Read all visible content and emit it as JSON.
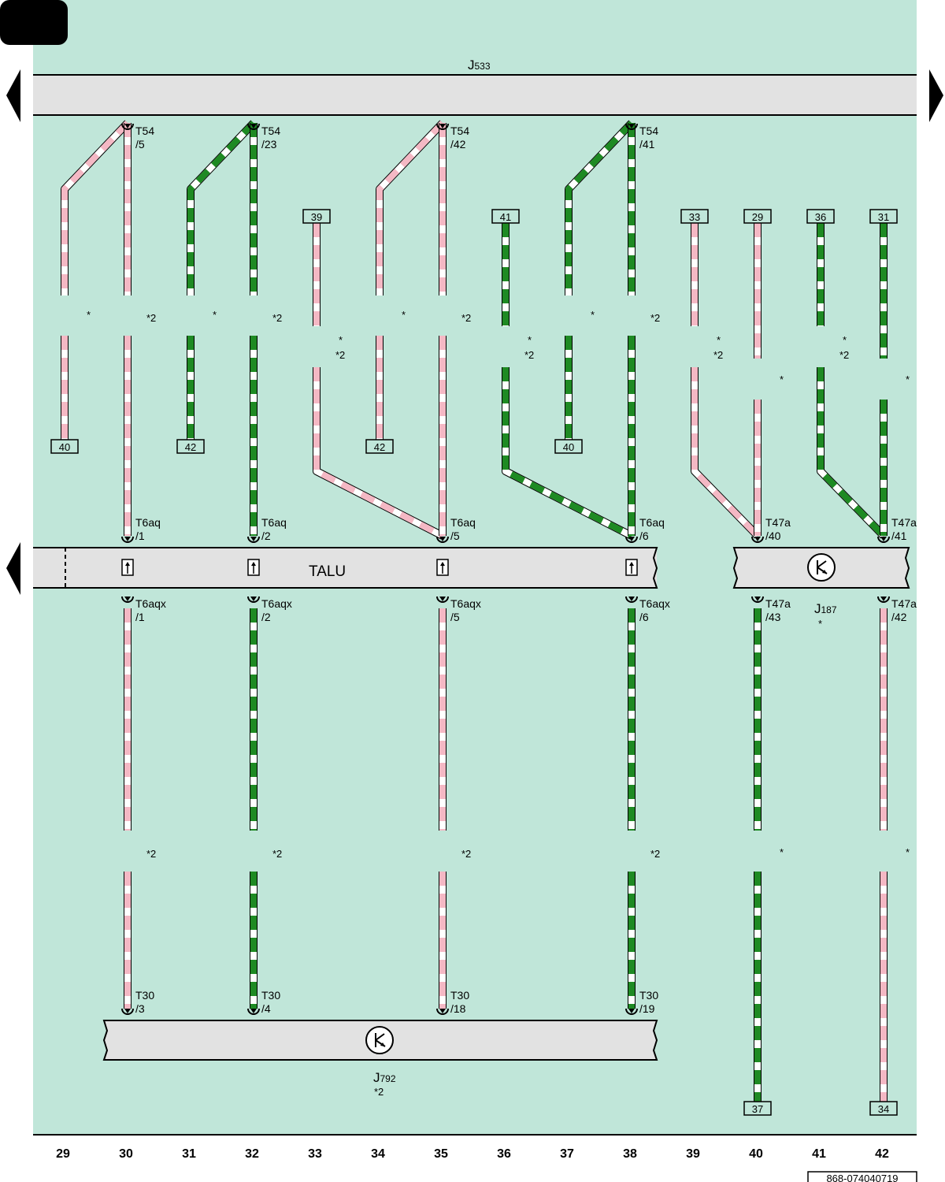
{
  "colors": {
    "background": "#c0e6d9",
    "bus_fill": "#e2e2e2",
    "wire_pink": "#f4b8c4",
    "wire_green": "#1e8a23",
    "wire_stripe": "#ffffff",
    "outline": "#000000"
  },
  "header_badge": "",
  "modules": {
    "j533": {
      "name": "J",
      "sub": "533"
    },
    "talu": {
      "name": "TALU"
    },
    "j187": {
      "name": "J",
      "sub": "187",
      "note": "*"
    },
    "j792": {
      "name": "J",
      "sub": "792",
      "note": "*2"
    }
  },
  "icons": {
    "nav_left_top": "arrow-left-icon",
    "nav_right_top": "arrow-right-icon",
    "nav_left_mid": "arrow-left-icon",
    "j187_symbol": "control-unit-symbol-icon",
    "j792_symbol": "control-unit-symbol-icon",
    "talu_pins": "connector-pin-icon"
  },
  "connectors": {
    "t54_5": [
      "T54",
      "/5"
    ],
    "t54_23": [
      "T54",
      "/23"
    ],
    "t54_42": [
      "T54",
      "/42"
    ],
    "t54_41": [
      "T54",
      "/41"
    ],
    "t6aq_1": [
      "T6aq",
      "/1"
    ],
    "t6aq_2": [
      "T6aq",
      "/2"
    ],
    "t6aq_5": [
      "T6aq",
      "/5"
    ],
    "t6aq_6": [
      "T6aq",
      "/6"
    ],
    "t47a_40": [
      "T47a",
      "/40"
    ],
    "t47a_41": [
      "T47a",
      "/41"
    ],
    "t6aqx_1": [
      "T6aqx",
      "/1"
    ],
    "t6aqx_2": [
      "T6aqx",
      "/2"
    ],
    "t6aqx_5": [
      "T6aqx",
      "/5"
    ],
    "t6aqx_6": [
      "T6aqx",
      "/6"
    ],
    "t47a_43": [
      "T47a",
      "/43"
    ],
    "t47a_42": [
      "T47a",
      "/42"
    ],
    "t30_3": [
      "T30",
      "/3"
    ],
    "t30_4": [
      "T30",
      "/4"
    ],
    "t30_18": [
      "T30",
      "/18"
    ],
    "t30_19": [
      "T30",
      "/19"
    ]
  },
  "ref_boxes": {
    "top_39": "39",
    "top_41": "41",
    "top_33": "33",
    "top_29": "29",
    "top_36": "36",
    "top_31": "31",
    "mid_40a": "40",
    "mid_42a": "42",
    "mid_42b": "42",
    "mid_40b": "40",
    "bot_37": "37",
    "bot_34": "34"
  },
  "notes": {
    "star": "*",
    "star2": "*2"
  },
  "columns": [
    "29",
    "30",
    "31",
    "32",
    "33",
    "34",
    "35",
    "36",
    "37",
    "38",
    "39",
    "40",
    "41",
    "42"
  ],
  "doc_code": "868-074040719"
}
